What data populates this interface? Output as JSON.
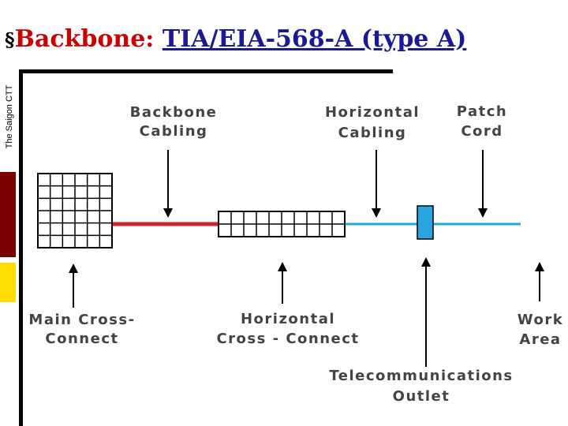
{
  "slide": {
    "bullet": "§",
    "title_part1": "Backbone: ",
    "title_part2": "TIA/EIA-568-A (type A)",
    "side_label": "The Saigon CTT"
  },
  "diagram": {
    "labels": {
      "backbone_cabling": [
        "Backbone",
        "Cabling"
      ],
      "horizontal_cabling": [
        "Horizontal",
        "Cabling"
      ],
      "patch_cord": [
        "Patch",
        "Cord"
      ],
      "main_cross_connect": [
        "Main Cross-",
        "Connect"
      ],
      "horizontal_cross_connect": [
        "Horizontal",
        "Cross - Connect"
      ],
      "telecom_outlet": [
        "Telecommunications",
        "Outlet"
      ],
      "work_area": [
        "Work",
        "Area"
      ]
    },
    "colors": {
      "backbone_line": "#cc2233",
      "horizontal_line": "#2aa4e0",
      "outlet_fill": "#2aa4e0",
      "side_dark_red": "#7a0000",
      "side_yellow": "#ffdd00",
      "title_red": "#cc0000",
      "title_blue": "#1a1a99"
    }
  }
}
